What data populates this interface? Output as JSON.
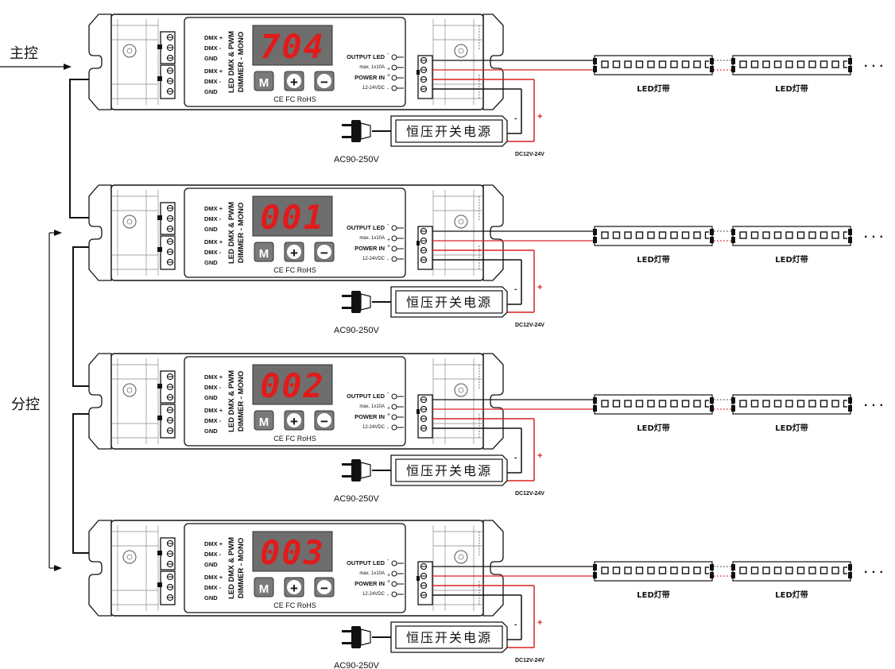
{
  "labels": {
    "master": "主控",
    "slave": "分控"
  },
  "controller": {
    "title_line1": "LED DMX & PWM",
    "title_line2": "DIMMER - MONO",
    "dmx_terminals": [
      "DMX +",
      "DMX -",
      "GND",
      "DMX +",
      "DMX -",
      "GND"
    ],
    "buttons": [
      "M",
      "+",
      "−"
    ],
    "certifications": "CE FC RoHS",
    "output_label": "OUTPUT LED",
    "output_rating": "max. 1x10A",
    "power_label": "POWER IN",
    "power_rating": "12-24VDC",
    "plus_sign": "+",
    "minus_sign": "-"
  },
  "units": [
    {
      "display": "704"
    },
    {
      "display": "001"
    },
    {
      "display": "002"
    },
    {
      "display": "003"
    }
  ],
  "power_supply": {
    "label": "恒压开关电源",
    "output_voltage": "DC12V-24V",
    "input_voltage": "AC90-250V",
    "plus_sign": "+",
    "minus_sign": "-"
  },
  "led_strip": {
    "label": "LED灯带",
    "continuation": "· · ·"
  },
  "colors": {
    "display_digits": "#e01b1b",
    "display_background": "#6e6e6e",
    "positive_wire": "#d92020",
    "negative_wire": "#111111"
  }
}
